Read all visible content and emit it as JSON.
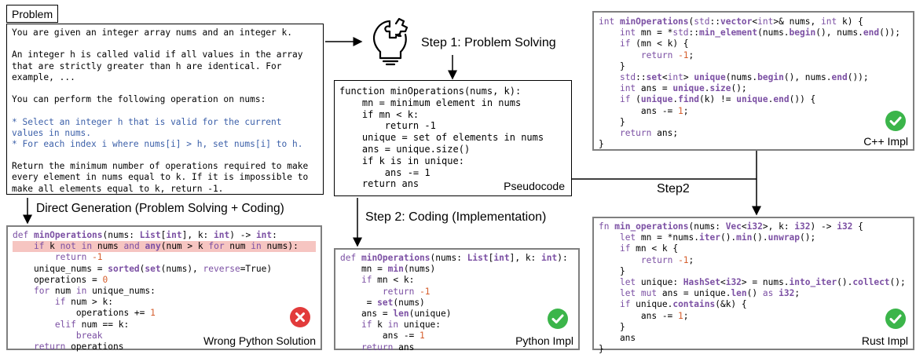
{
  "problem": {
    "title": "Problem",
    "lines": [
      "You are given an integer array nums and an integer k.",
      "",
      "An integer h is called valid if all values in the array",
      "that are strictly greater than h are identical. For",
      "example, ...",
      "",
      "You can perform the following operation on nums:",
      "",
      "* Select an integer h that is valid for the current",
      "values in nums.",
      "* For each index i where nums[i] > h, set nums[i] to h.",
      "",
      "Return the minimum number of operations required to make",
      "every element in nums equal to k. If it is impossible to",
      "make all elements equal to k, return -1."
    ]
  },
  "step1_label": "Step 1: Problem Solving",
  "pseudocode": {
    "tag": "Pseudocode",
    "lines": [
      "function minOperations(nums, k):",
      "    mn = minimum element in nums",
      "    if mn < k:",
      "        return -1",
      "    unique = set of elements in nums",
      "    ans = unique.size()",
      "    if k is in unique:",
      "        ans -= 1",
      "    return ans"
    ]
  },
  "step2_coding_label": "Step 2: Coding (Implementation)",
  "step2_label": "Step2",
  "direct_label": "Direct Generation (Problem Solving + Coding)",
  "wrong_python": {
    "tag": "Wrong Python Solution",
    "lines": [
      "def minOperations(nums: List[int], k: int) -> int:",
      "    if k not in nums and any(num > k for num in nums):",
      "        return -1",
      "    unique_nums = sorted(set(nums), reverse=True)",
      "    operations = 0",
      "    for num in unique_nums:",
      "        if num > k:",
      "            operations += 1",
      "        elif num == k:",
      "            break",
      "    return operations"
    ]
  },
  "python_impl": {
    "tag": "Python Impl",
    "lines": [
      "def minOperations(nums: List[int], k: int):",
      "    mn = min(nums)",
      "    if mn < k:",
      "        return -1",
      "     = set(nums)",
      "    ans = len(unique)",
      "    if k in unique:",
      "        ans -= 1",
      "    return ans"
    ]
  },
  "cpp_impl": {
    "tag": "C++ Impl",
    "lines": [
      "int minOperations(std::vector<int>& nums, int k) {",
      "    int mn = *std::min_element(nums.begin(), nums.end());",
      "    if (mn < k) {",
      "        return -1;",
      "    }",
      "    std::set<int> unique(nums.begin(), nums.end());",
      "    int ans = unique.size();",
      "    if (unique.find(k) != unique.end()) {",
      "        ans -= 1;",
      "    }",
      "    return ans;",
      "}"
    ]
  },
  "rust_impl": {
    "tag": "Rust Impl",
    "lines": [
      "fn min_operations(nums: Vec<i32>, k: i32) -> i32 {",
      "    let mn = *nums.iter().min().unwrap();",
      "    if mn < k {",
      "        return -1;",
      "    }",
      "    let unique: HashSet<i32> = nums.into_iter().collect();",
      "    let mut ans = unique.len() as i32;",
      "    if unique.contains(&k) {",
      "        ans -= 1;",
      "    }",
      "    ans",
      "}"
    ]
  },
  "icons": {
    "lightbulb": "lightbulb-puzzle-icon",
    "correct": "check-circle-icon",
    "wrong": "x-circle-icon"
  },
  "colors": {
    "keyword": "#7b4fa3",
    "number": "#d55d2c",
    "comment_blue": "#3c60a9",
    "highlight": "#f6c5c1",
    "check": "#3bb54a",
    "cross": "#e23b3b"
  }
}
